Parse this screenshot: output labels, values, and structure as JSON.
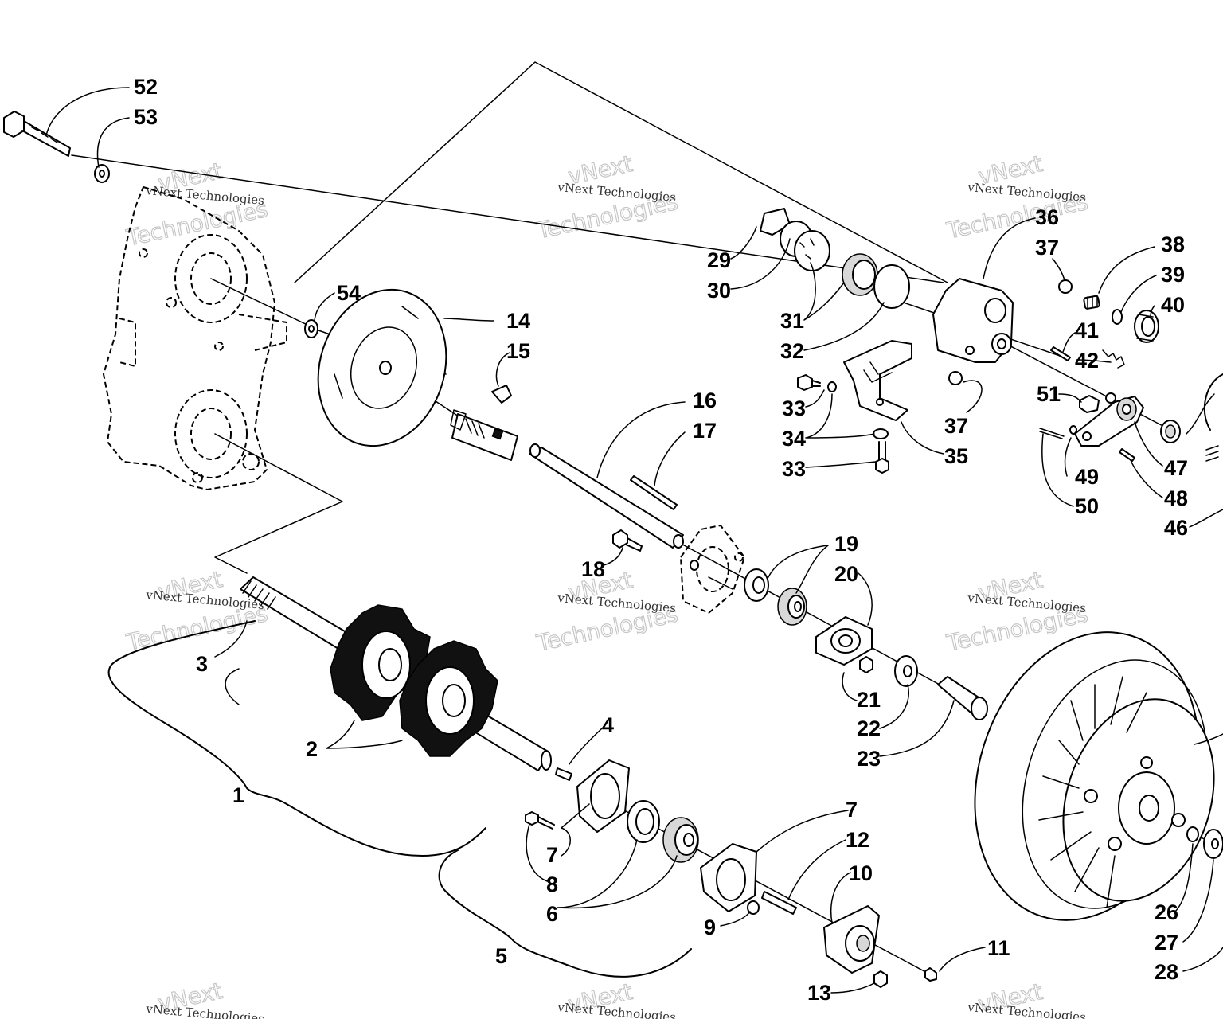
{
  "watermark": {
    "small": "vNext Technologies",
    "large_top": "vNext",
    "large_bottom": "Technologies"
  },
  "labels": {
    "l1": "1",
    "l2": "2",
    "l3": "3",
    "l4": "4",
    "l5": "5",
    "l6": "6",
    "l7a": "7",
    "l7b": "7",
    "l8": "8",
    "l9": "9",
    "l10": "10",
    "l11": "11",
    "l12": "12",
    "l13": "13",
    "l14": "14",
    "l15": "15",
    "l16": "16",
    "l17": "17",
    "l18": "18",
    "l19": "19",
    "l20": "20",
    "l21": "21",
    "l22": "22",
    "l23": "23",
    "l26": "26",
    "l27": "27",
    "l28": "28",
    "l29": "29",
    "l30": "30",
    "l31": "31",
    "l32": "32",
    "l33a": "33",
    "l33b": "33",
    "l34": "34",
    "l35": "35",
    "l36": "36",
    "l37a": "37",
    "l37b": "37",
    "l38": "38",
    "l39": "39",
    "l40": "40",
    "l41": "41",
    "l42": "42",
    "l46": "46",
    "l47": "47",
    "l48": "48",
    "l49": "49",
    "l50": "50",
    "l51": "51",
    "l52": "52",
    "l53": "53",
    "l54": "54"
  }
}
